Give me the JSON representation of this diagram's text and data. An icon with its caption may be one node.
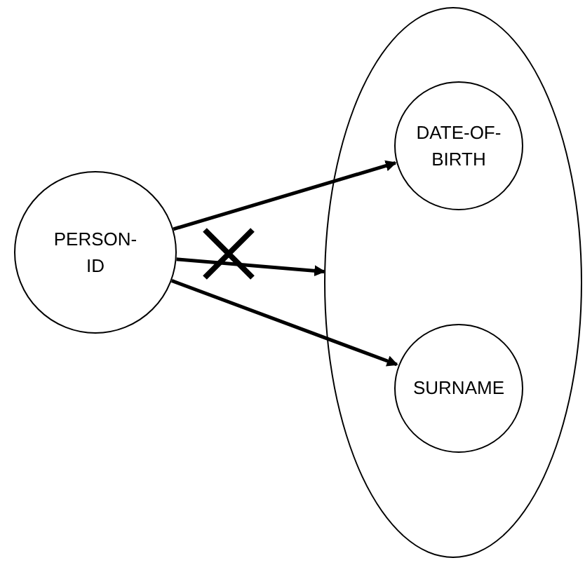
{
  "diagram": {
    "nodes": [
      {
        "text": [
          "PERSON-ID"
        ]
      },
      {
        "text": [],
        "shape": "ellipse"
      },
      {
        "text": [
          "DATE-OF-BIRTH"
        ],
        "in": 1
      },
      {
        "text": [
          "SURNAME"
        ],
        "in": 1
      }
    ],
    "edges": [
      {
        "from": 0,
        "to": 2,
        "arrow": "to"
      },
      {
        "from": 0,
        "to": 1,
        "arrow": "to"
      },
      {
        "from": 0,
        "to": 3,
        "arrow": "to"
      }
    ]
  }
}
